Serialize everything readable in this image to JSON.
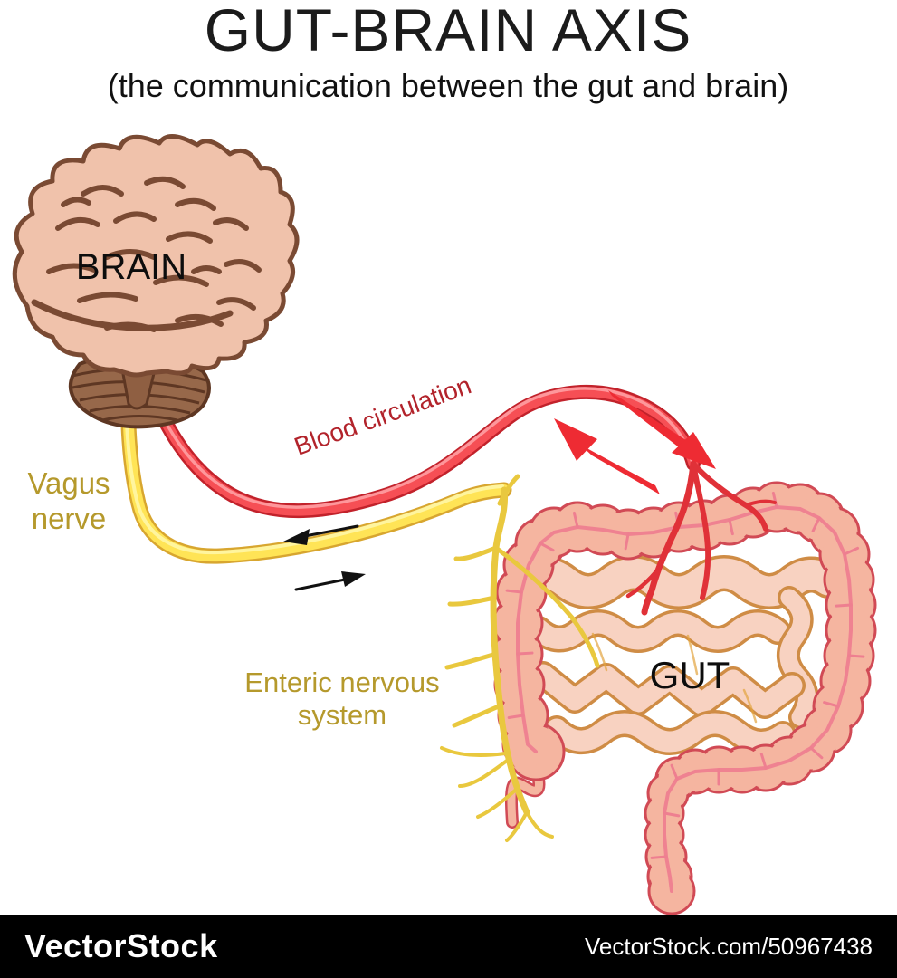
{
  "header": {
    "title": "GUT-BRAIN AXIS",
    "subtitle": "(the communication between the gut and brain)"
  },
  "labels": {
    "brain": "BRAIN",
    "gut": "GUT",
    "vagus_line1": "Vagus",
    "vagus_line2": "nerve",
    "blood_circulation": "Blood circulation",
    "enteric_line1": "Enteric nervous",
    "enteric_line2": "system"
  },
  "watermark": {
    "brand": "VectorStock",
    "credit": "VectorStock.com/50967438"
  },
  "colors": {
    "background": "#ffffff",
    "title_text": "#1b1b1b",
    "gold_label": "#b5992c",
    "blood_label": "#b2232b",
    "nerve_yellow_body": "#ffe456",
    "nerve_yellow_edge": "#d8a62f",
    "vessel_red_body": "#f64f55",
    "vessel_red_edge": "#c2222b",
    "arrow_black": "#111111",
    "arrow_red": "#ee2b33",
    "brain_fill": "#f0c2ab",
    "brain_outline": "#7a4a33",
    "cerebellum_fill": "#97684a",
    "colon_fill": "#f5b5a0",
    "colon_outline": "#d14a55",
    "colon_centerline": "#ee7f90",
    "intestine_fill": "#f8d2c1",
    "intestine_outline": "#cf8c45",
    "footer_bg": "#000000",
    "footer_text": "#ffffff"
  }
}
